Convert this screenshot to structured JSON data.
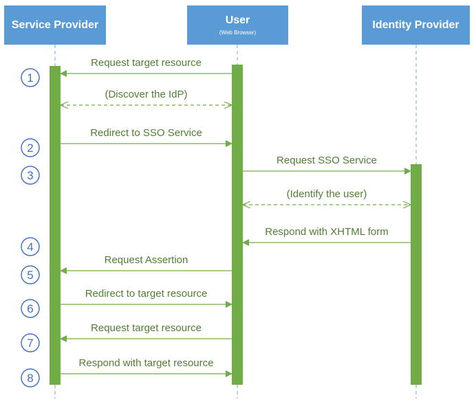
{
  "participants": {
    "service_provider": {
      "name": "Service Provider"
    },
    "user": {
      "name": "User",
      "subtitle": "(Web Browser)"
    },
    "identity_provider": {
      "name": "Identity Provider"
    }
  },
  "colors": {
    "participant_fill": "#5b9bd5",
    "lifeline": "#7aa6d6",
    "activation": "#70ad47",
    "message": "#70ad47",
    "message_text": "#507e32",
    "step_circle": "#4472c4"
  },
  "messages": [
    {
      "id": "m1",
      "step": "1",
      "label": "Request target resource",
      "from": "user",
      "to": "service_provider",
      "style": "solid"
    },
    {
      "id": "m2",
      "step": "",
      "label": "(Discover the IdP)",
      "from": "service_provider",
      "to": "user",
      "style": "dashed-bidirectional"
    },
    {
      "id": "m3",
      "step": "2",
      "label": "Redirect to SSO Service",
      "from": "service_provider",
      "to": "user",
      "style": "solid"
    },
    {
      "id": "m4",
      "step": "3",
      "label": "Request SSO Service",
      "from": "user",
      "to": "identity_provider",
      "style": "solid"
    },
    {
      "id": "m5",
      "step": "",
      "label": "(Identify the user)",
      "from": "user",
      "to": "identity_provider",
      "style": "dashed-bidirectional"
    },
    {
      "id": "m6",
      "step": "4",
      "label": "Respond with XHTML form",
      "from": "identity_provider",
      "to": "user",
      "style": "solid"
    },
    {
      "id": "m7",
      "step": "5",
      "label": "Request Assertion",
      "from": "user",
      "to": "service_provider",
      "style": "solid"
    },
    {
      "id": "m8",
      "step": "6",
      "label": "Redirect to target resource",
      "from": "service_provider",
      "to": "user",
      "style": "solid"
    },
    {
      "id": "m9",
      "step": "7",
      "label": "Request target resource",
      "from": "user",
      "to": "service_provider",
      "style": "solid"
    },
    {
      "id": "m10",
      "step": "8",
      "label": "Respond with target resource",
      "from": "service_provider",
      "to": "user",
      "style": "solid"
    }
  ]
}
